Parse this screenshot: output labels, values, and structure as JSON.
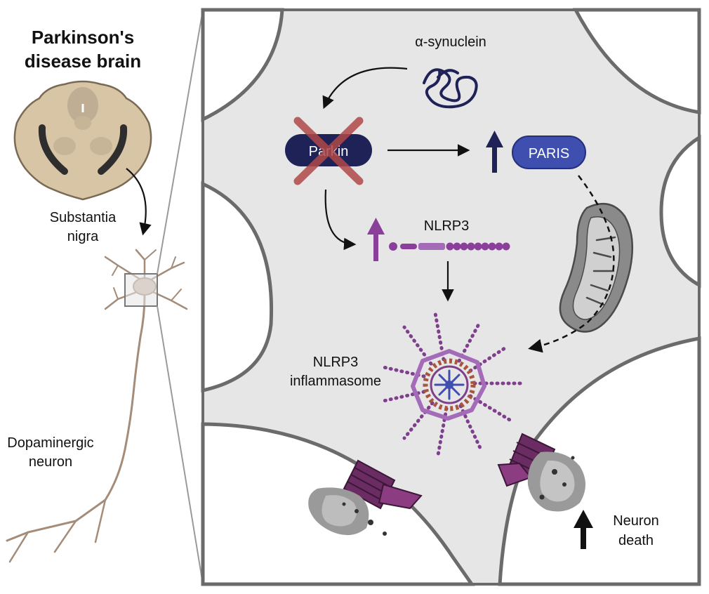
{
  "left_panel": {
    "title_line1": "Parkinson's",
    "title_line2": "disease brain",
    "substantia_line1": "Substantia",
    "substantia_line2": "nigra",
    "neuron_line1": "Dopaminergic",
    "neuron_line2": "neuron"
  },
  "main_panel": {
    "synuclein_label": "α-synuclein",
    "parkin_label": "Parkin",
    "paris_label": "PARIS",
    "nlrp3_label": "NLRP3",
    "inflammasome_line1": "NLRP3",
    "inflammasome_line2": "inflammasome",
    "death_line1": "Neuron",
    "death_line2": "death"
  },
  "colors": {
    "cell_fill": "#e6e6e6",
    "membrane": "#6b6b6b",
    "parkin": "#1f2257",
    "paris": "#3f4fb0",
    "nlrp3": "#8a3f9a",
    "inhibit_cross": "#b04848",
    "brain_tissue": "#d8c5a6",
    "neuron_axon": "#a48c79",
    "pore": "#6a2c63"
  }
}
